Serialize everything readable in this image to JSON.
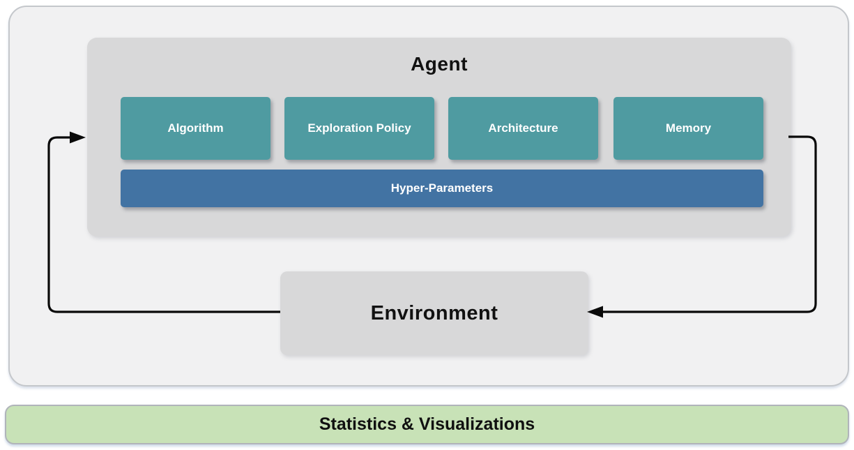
{
  "diagram": {
    "agent": {
      "title": "Agent",
      "components": [
        {
          "label": "Algorithm"
        },
        {
          "label": "Exploration Policy"
        },
        {
          "label": "Architecture"
        },
        {
          "label": "Memory"
        }
      ],
      "hyper_parameters_label": "Hyper-Parameters"
    },
    "environment": {
      "title": "Environment"
    },
    "footer": {
      "label": "Statistics & Visualizations"
    },
    "connections": [
      {
        "from": "Environment",
        "to": "Agent",
        "side": "left-loop",
        "arrowhead": "points-right-into-agent"
      },
      {
        "from": "Agent",
        "to": "Environment",
        "side": "right-loop",
        "arrowhead": "points-left-into-environment"
      }
    ],
    "colors": {
      "component_fill": "#4F9BA1",
      "hyper_parameters_fill": "#4273A3",
      "agent_box_fill": "#D8D8D9",
      "environment_box_fill": "#D8D8D9",
      "container_fill": "#F1F1F2",
      "footer_fill": "#C8E2B7",
      "arrow": "#0A0A0A"
    }
  }
}
